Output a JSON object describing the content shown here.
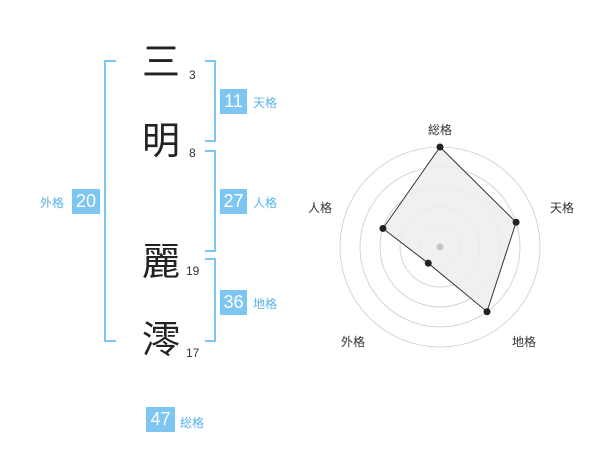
{
  "name_characters": [
    {
      "char": "三",
      "strokes": "3"
    },
    {
      "char": "明",
      "strokes": "8"
    },
    {
      "char": "麗",
      "strokes": "19"
    },
    {
      "char": "澪",
      "strokes": "17"
    }
  ],
  "fortunes": {
    "tenkaku": {
      "value": "11",
      "label": "天格"
    },
    "jinkaku": {
      "value": "27",
      "label": "人格"
    },
    "chikaku": {
      "value": "36",
      "label": "地格"
    },
    "gaikaku": {
      "value": "20",
      "label": "外格"
    },
    "soukaku": {
      "value": "47",
      "label": "総格"
    }
  },
  "colors": {
    "accent": "#7ec6f2",
    "accent_text": "#59b3ea",
    "polygon_fill": "#ededed",
    "ring": "#cccccc"
  },
  "chart_data": {
    "type": "radar",
    "axes": [
      "総格",
      "天格",
      "地格",
      "外格",
      "人格"
    ],
    "values": [
      5,
      4,
      4,
      1,
      3
    ],
    "max": 5
  }
}
